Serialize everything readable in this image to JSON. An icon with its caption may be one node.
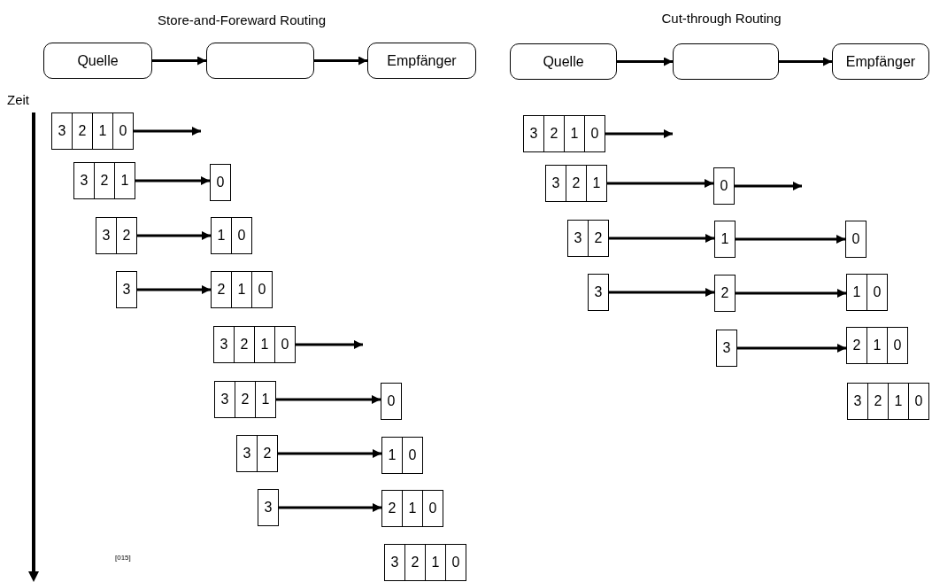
{
  "diagram": {
    "nodes": [
      {
        "text": [
          "Quelle"
        ]
      },
      {
        "text": [],
        "shape": "box"
      },
      {
        "text": [
          "Empfänger"
        ]
      },
      {
        "text": [
          "3",
          "2",
          "1",
          "0"
        ]
      },
      {
        "text": [
          "3",
          "2",
          "1"
        ]
      },
      {
        "text": [
          "0"
        ]
      },
      {
        "text": [
          "3",
          "2"
        ]
      },
      {
        "text": [
          "1",
          "0"
        ]
      },
      {
        "text": [
          "3"
        ]
      },
      {
        "text": [
          "2",
          "1",
          "0"
        ]
      },
      {
        "text": [
          "3",
          "2",
          "1",
          "0"
        ]
      },
      {
        "text": [
          "3",
          "2",
          "1"
        ]
      },
      {
        "text": [
          "0"
        ]
      },
      {
        "text": [
          "3",
          "2"
        ]
      },
      {
        "text": [
          "1",
          "0"
        ]
      },
      {
        "text": [
          "3"
        ]
      },
      {
        "text": [
          "2",
          "1",
          "0"
        ]
      },
      {
        "text": [
          "3",
          "2",
          "1",
          "0"
        ]
      },
      {
        "text": [
          "Quelle"
        ]
      },
      {
        "text": [],
        "shape": "box"
      },
      {
        "text": [
          "Empfänger"
        ]
      },
      {
        "text": [
          "3",
          "2",
          "1",
          "0"
        ]
      },
      {
        "text": [
          "3",
          "2",
          "1"
        ]
      },
      {
        "text": [
          "0"
        ]
      },
      {
        "text": [
          "3",
          "2"
        ]
      },
      {
        "text": [
          "1"
        ]
      },
      {
        "text": [
          "0"
        ]
      },
      {
        "text": [
          "3"
        ]
      },
      {
        "text": [
          "2"
        ]
      },
      {
        "text": [
          "1",
          "0"
        ]
      },
      {
        "text": [
          "3"
        ]
      },
      {
        "text": [
          "2",
          "1",
          "0"
        ]
      },
      {
        "text": [
          "3",
          "2",
          "1",
          "0"
        ]
      }
    ],
    "edges": [
      {
        "from": 0,
        "to": 1,
        "arrow": "to"
      },
      {
        "from": 1,
        "to": 2,
        "arrow": "to"
      },
      {
        "from": 18,
        "to": 19,
        "arrow": "to"
      },
      {
        "from": 19,
        "to": 20,
        "arrow": "to"
      },
      {
        "from": 3,
        "to": null,
        "arrow": "to"
      },
      {
        "from": 4,
        "to": 5,
        "arrow": "to"
      },
      {
        "from": 6,
        "to": 7,
        "arrow": "to"
      },
      {
        "from": 8,
        "to": 9,
        "arrow": "to"
      },
      {
        "from": 10,
        "to": null,
        "arrow": "to"
      },
      {
        "from": 11,
        "to": 12,
        "arrow": "to"
      },
      {
        "from": 13,
        "to": 14,
        "arrow": "to"
      },
      {
        "from": 15,
        "to": 16,
        "arrow": "to"
      },
      {
        "from": 21,
        "to": null,
        "arrow": "to"
      },
      {
        "from": 22,
        "to": 23,
        "arrow": "to"
      },
      {
        "from": 23,
        "to": null,
        "arrow": "to"
      },
      {
        "from": 24,
        "to": 25,
        "arrow": "to"
      },
      {
        "from": 25,
        "to": 26,
        "arrow": "to"
      },
      {
        "from": 27,
        "to": 28,
        "arrow": "to"
      },
      {
        "from": 28,
        "to": 29,
        "arrow": "to"
      },
      {
        "from": 30,
        "to": 31,
        "arrow": "to"
      }
    ],
    "labels": [
      "Store-and-Foreward Routing",
      "Cut-through Routing",
      "Zeit",
      "[015]"
    ]
  }
}
